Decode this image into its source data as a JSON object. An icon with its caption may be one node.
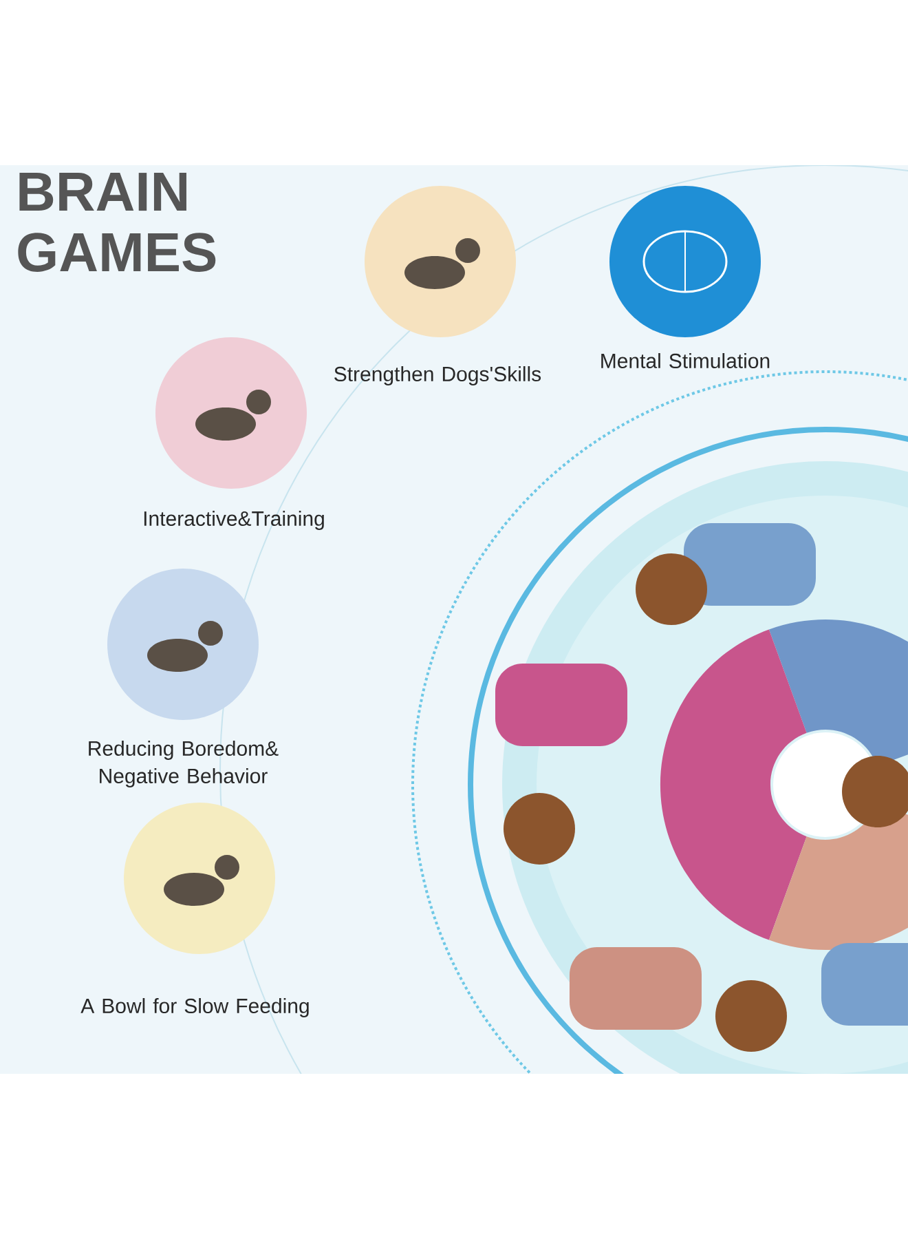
{
  "diagram": {
    "title": "BRAIN GAMES",
    "nodes": [
      {
        "text": [
          "Strengthen Dogs'Skills"
        ]
      },
      {
        "text": [
          "Mental Stimulation"
        ]
      },
      {
        "text": [
          "Interactive&Training"
        ]
      },
      {
        "text": [
          "Reducing Boredom& Negative Behavior"
        ]
      },
      {
        "text": [
          "A Bowl for Slow Feeding"
        ]
      }
    ],
    "edges": []
  }
}
